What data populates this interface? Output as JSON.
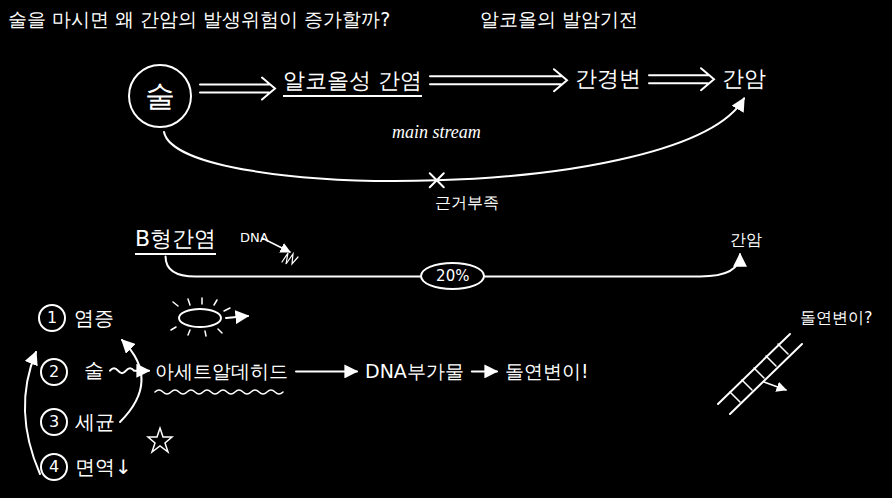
{
  "diagram": {
    "title": "술을 마시면 왜 간암의 발생위험이 증가할까?",
    "nodes": [
      {
        "text": [
          "술"
        ]
      },
      {
        "text": [
          "알코올성 간염"
        ]
      },
      {
        "text": [
          "간경변"
        ]
      },
      {
        "text": [
          "간암"
        ]
      },
      {
        "text": [
          "B형간염"
        ]
      },
      {
        "text": [
          "간암"
        ]
      },
      {
        "text": [
          "1"
        ]
      },
      {
        "text": [
          "2"
        ]
      },
      {
        "text": [
          "술"
        ]
      },
      {
        "text": [
          "아세트알데히드"
        ]
      },
      {
        "text": [
          "DNA부가물"
        ]
      },
      {
        "text": [
          "돌연변이!"
        ]
      },
      {
        "text": [
          "3"
        ]
      },
      {
        "text": [
          "4"
        ]
      }
    ],
    "edges": [
      {
        "from": 0,
        "to": 1,
        "arrow": "to"
      },
      {
        "from": 1,
        "to": 2,
        "arrow": "to"
      },
      {
        "from": 2,
        "to": 3,
        "arrow": "to"
      },
      {
        "from": 0,
        "to": 3,
        "label": "근거부족",
        "arrow": "to"
      },
      {
        "from": 4,
        "to": 5,
        "label": "20%",
        "arrow": "to"
      },
      {
        "from": 8,
        "to": 9,
        "arrow": "to"
      },
      {
        "from": 9,
        "to": 10,
        "arrow": "to"
      },
      {
        "from": 10,
        "to": 11,
        "arrow": "to"
      }
    ],
    "labels": [
      "알코올의 발암기전",
      "main stream",
      "DNA",
      "염증",
      "돌연변이?",
      "세균",
      "면역↓"
    ]
  }
}
